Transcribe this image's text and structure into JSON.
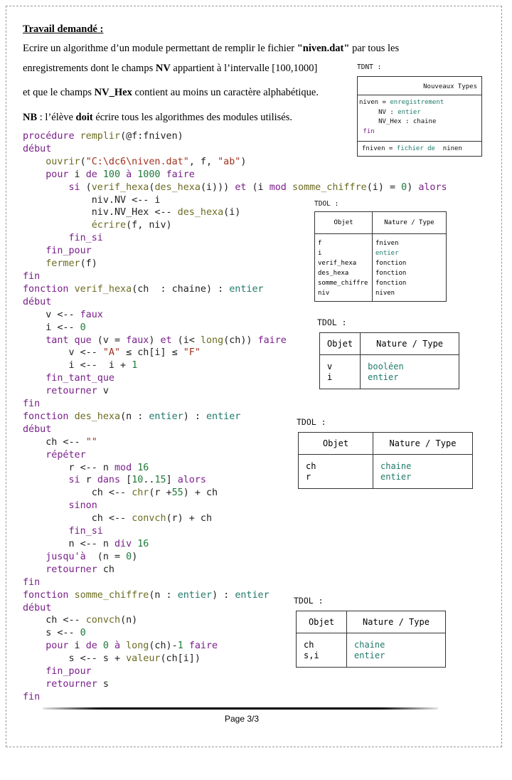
{
  "heading": "Travail demandé :",
  "instructions": {
    "line1_a": "Ecrire un algorithme d’un module permettant de remplir le fichier ",
    "line1_b": "\"niven.dat\"",
    "line1_c": " par tous les",
    "line2_a": "enregistrements dont le champs ",
    "line2_b": "NV",
    "line2_c": " appartient à l’intervalle [100,1000]",
    "line3_a": "et que le champs ",
    "line3_b": "NV_Hex",
    "line3_c": " contient au moins un caractère alphabétique.",
    "nb_a": "NB",
    "nb_b": " : l’élève ",
    "nb_c": "doit",
    "nb_d": " écrire tous les algorithmes des modules utilisés."
  },
  "tdnt": {
    "label": "TDNT :",
    "header": "Nouveaux Types",
    "lines": [
      "niven = enregistrement",
      "     NV : entier",
      "     NV_Hex : chaine",
      " fin"
    ],
    "footer": "fniven = fichier de  ninen"
  },
  "tdol_main": {
    "label": "TDOL :",
    "headers": [
      "Objet",
      "Nature / Type"
    ],
    "rows": [
      [
        "f",
        "fniven"
      ],
      [
        "i",
        "entier"
      ],
      [
        "verif_hexa",
        "fonction"
      ],
      [
        "des_hexa",
        "fonction"
      ],
      [
        "somme_chiffre",
        "fonction"
      ],
      [
        "niv",
        "niven"
      ]
    ]
  },
  "tdol_verif": {
    "label": "TDOL :",
    "headers": [
      "Objet",
      "Nature / Type"
    ],
    "objets": "v\ni",
    "types": "booléen\nentier"
  },
  "tdol_hexa": {
    "label": "TDOL :",
    "headers": [
      "Objet",
      "Nature / Type"
    ],
    "objets": "ch\nr",
    "types": "chaine\nentier"
  },
  "tdol_somme": {
    "label": "TDOL :",
    "headers": [
      "Objet",
      "Nature / Type"
    ],
    "objets": "ch\ns,i",
    "types": "chaine\nentier"
  },
  "page_number": "Page 3/3"
}
